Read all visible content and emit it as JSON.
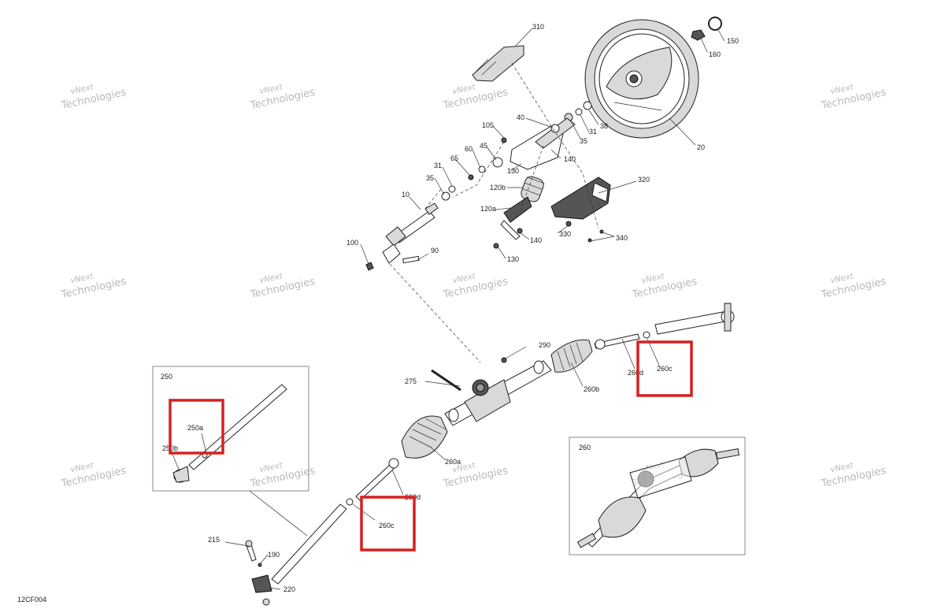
{
  "figure_code": "12CF004",
  "watermark": [
    "vNext",
    "Technologies"
  ],
  "callouts": {
    "c310": "310",
    "c150": "150",
    "c160": "160",
    "c20": "20",
    "c38": "38",
    "c31a": "31",
    "c35a": "35",
    "c40": "40",
    "c105": "105",
    "c45": "45",
    "c60": "60",
    "c65": "65",
    "c31b": "31",
    "c35b": "35",
    "c130a": "130",
    "c140a": "140",
    "c120b": "120b",
    "c120a": "120a",
    "c140b": "140",
    "c130b": "130",
    "c10": "10",
    "c100": "100",
    "c90": "90",
    "c320": "320",
    "c330": "330",
    "c340": "340",
    "c290": "290",
    "c275": "275",
    "c260b": "260b",
    "c260d_upper": "260d",
    "c260c_upper": "260c",
    "c260a": "260a",
    "c260d_lower": "260d",
    "c260c_lower": "260c",
    "c250a": "250a",
    "c250b": "250b",
    "c215": "215",
    "c190": "190",
    "c220": "220"
  },
  "insets": {
    "left_title": "250",
    "right_title": "260"
  },
  "highlight_color": "#d62020"
}
